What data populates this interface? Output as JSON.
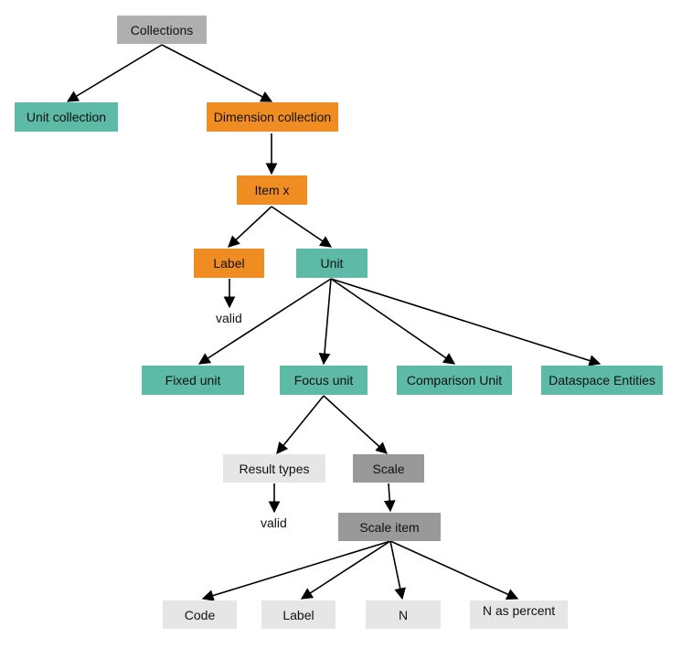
{
  "nodes": {
    "collections": "Collections",
    "unit_collection": "Unit collection",
    "dimension_collection": "Dimension collection",
    "item_x": "Item x",
    "label_1": "Label",
    "unit": "Unit",
    "valid_1": "valid",
    "fixed_unit": "Fixed unit",
    "focus_unit": "Focus unit",
    "comparison_unit": "Comparison Unit",
    "dataspace_entities": "Dataspace Entities",
    "result_types": "Result types",
    "scale": "Scale",
    "valid_2": "valid",
    "scale_item": "Scale item",
    "code": "Code",
    "label_2": "Label",
    "n": "N",
    "n_as_percent": "N as percent"
  },
  "colors": {
    "root": "#afafaf",
    "teal": "#5cbaa6",
    "orange": "#ef8c22",
    "light_gray": "#e6e6e6",
    "mid_gray": "#999999"
  }
}
